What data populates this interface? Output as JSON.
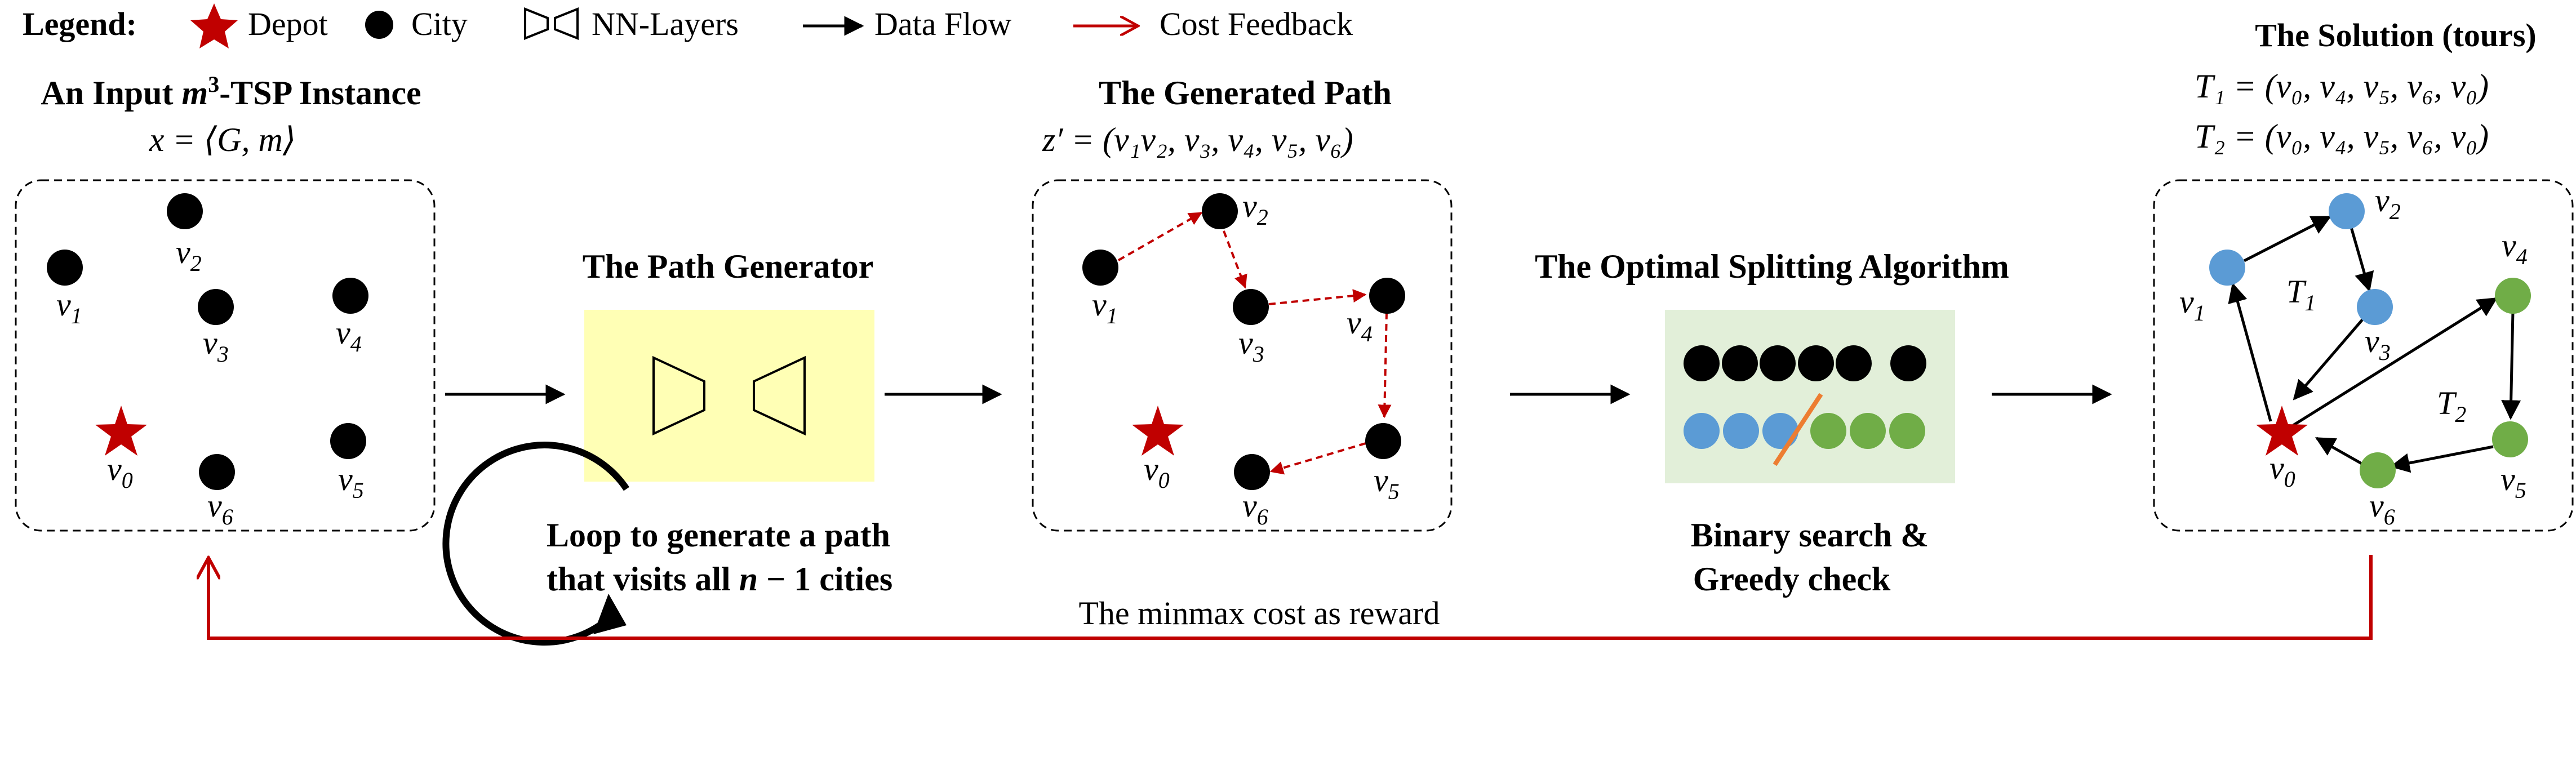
{
  "legend": {
    "title": "Legend:",
    "depot": "Depot",
    "city": "City",
    "nn_layers": "NN-Layers",
    "data_flow": "Data Flow",
    "cost_feedback": "Cost Feedback"
  },
  "input_panel": {
    "title_prefix": "An Input ",
    "title_m": "m",
    "title_exp": "3",
    "title_suffix": "-TSP Instance",
    "formula": "x = ⟨G, m⟩",
    "labels": {
      "v0": "0",
      "v1": "1",
      "v2": "2",
      "v3": "3",
      "v4": "4",
      "v5": "5",
      "v6": "6"
    }
  },
  "path_generator": {
    "title": "The Path Generator",
    "loop_line1": "Loop to generate a path",
    "loop_line2_prefix": "that visits all ",
    "loop_n": "n",
    "loop_minus": " − 1 cities"
  },
  "generated_path": {
    "title": "The Generated Path",
    "formula": "z′ = (v₁v₂, v₃, v₄, v₅, v₆)",
    "labels": {
      "v0": "0",
      "v1": "1",
      "v2": "2",
      "v3": "3",
      "v4": "4",
      "v5": "5",
      "v6": "6"
    }
  },
  "splitting": {
    "title": "The Optimal Splitting Algorithm",
    "caption_line1": "Binary search &",
    "caption_line2": "Greedy check"
  },
  "solution": {
    "title": "The Solution (tours)",
    "t1": "T₁ = (v₀, v₄, v₅, v₆, v₀)",
    "t2": "T₂ = (v₀, v₄, v₅, v₆, v₀)",
    "tour1_label": "1",
    "tour2_label": "2",
    "labels": {
      "v0": "0",
      "v1": "1",
      "v2": "2",
      "v3": "3",
      "v4": "4",
      "v5": "5",
      "v6": "6"
    }
  },
  "feedback": {
    "label": "The minmax cost as reward"
  },
  "colors": {
    "depot_red": "#c00000",
    "feedback_red": "#c00000",
    "city_black": "#000000",
    "tour1_blue": "#5b9bd5",
    "tour2_green": "#70ad47",
    "split_slash": "#ed7d31",
    "generator_bg": "#ffffb5",
    "splitting_bg": "#e2efd9"
  }
}
